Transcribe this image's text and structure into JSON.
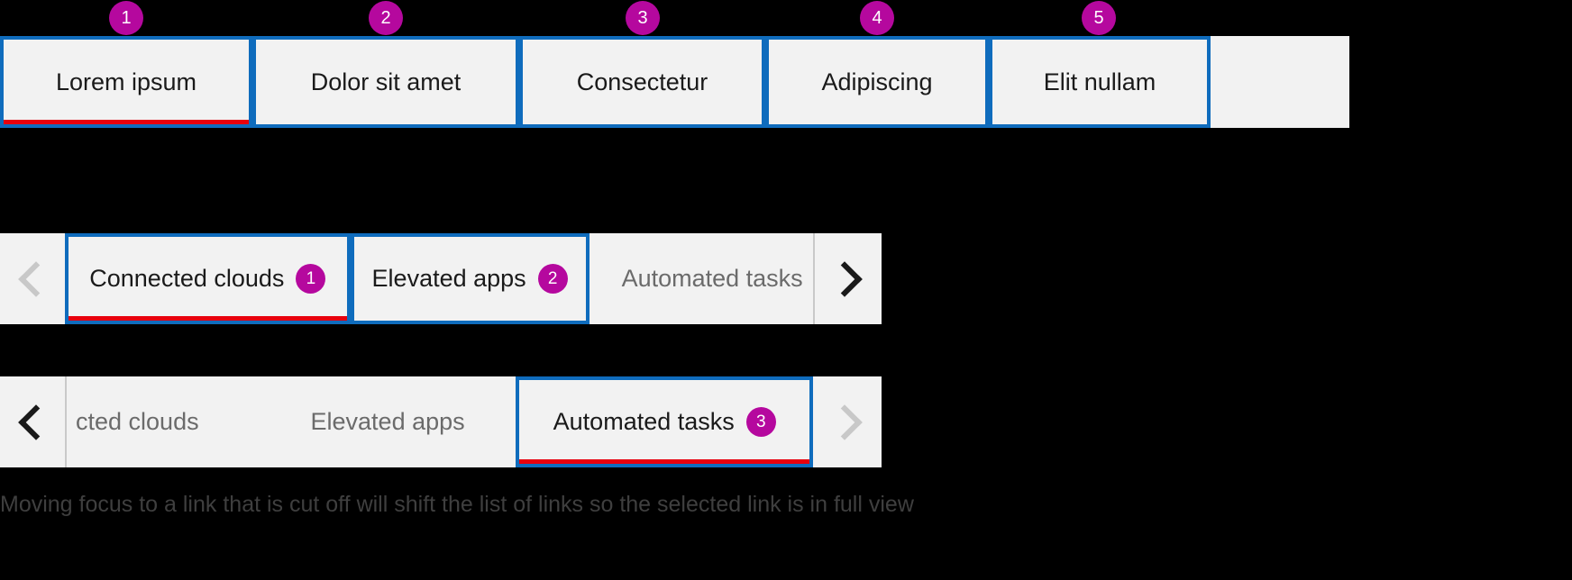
{
  "colors": {
    "focus_blue": "#0f6cbd",
    "selected_red": "#e8000d",
    "callout_magenta": "#B5089E",
    "strip_background": "#F2F2F2",
    "page_background": "#000000",
    "disabled_arrow": "#c8c8c8",
    "enabled_arrow": "#1a1a1a",
    "muted_text": "#6b6b6b"
  },
  "section_one": {
    "name": "top-tab-strip",
    "callouts": [
      "1",
      "2",
      "3",
      "4",
      "5"
    ],
    "tabs": [
      {
        "label": "Lorem ipsum",
        "focused": true,
        "selected": true
      },
      {
        "label": "Dolor sit amet",
        "focused": true,
        "selected": false
      },
      {
        "label": "Consectetur",
        "focused": true,
        "selected": false
      },
      {
        "label": "Adipiscing",
        "focused": true,
        "selected": false
      },
      {
        "label": "Elit nullam",
        "focused": true,
        "selected": false
      }
    ]
  },
  "section_two": {
    "name": "middle-carousel",
    "prev_arrow": {
      "icon": "chevron-left-icon",
      "state": "disabled"
    },
    "next_arrow": {
      "icon": "chevron-right-icon",
      "state": "enabled"
    },
    "tabs": [
      {
        "label": "Connected clouds",
        "badge": "1",
        "focused": true,
        "selected": true,
        "cut_off": false
      },
      {
        "label": "Elevated apps",
        "badge": "2",
        "focused": true,
        "selected": false,
        "cut_off": false
      },
      {
        "label": "Automated tasks",
        "badge": "",
        "focused": false,
        "selected": false,
        "cut_off": true
      }
    ]
  },
  "section_three": {
    "name": "bottom-carousel",
    "prev_arrow": {
      "icon": "chevron-left-icon",
      "state": "enabled"
    },
    "next_arrow": {
      "icon": "chevron-right-icon",
      "state": "disabled"
    },
    "tabs": [
      {
        "label": "cted clouds",
        "badge": "",
        "focused": false,
        "selected": false,
        "cut_off": true
      },
      {
        "label": "Elevated apps",
        "badge": "",
        "focused": false,
        "selected": false,
        "cut_off": false
      },
      {
        "label": "Automated tasks",
        "badge": "3",
        "focused": true,
        "selected": true,
        "cut_off": false
      }
    ]
  },
  "caption": {
    "text": "Moving focus to a link that is cut off will shift the list of links so the selected link is in full view"
  }
}
